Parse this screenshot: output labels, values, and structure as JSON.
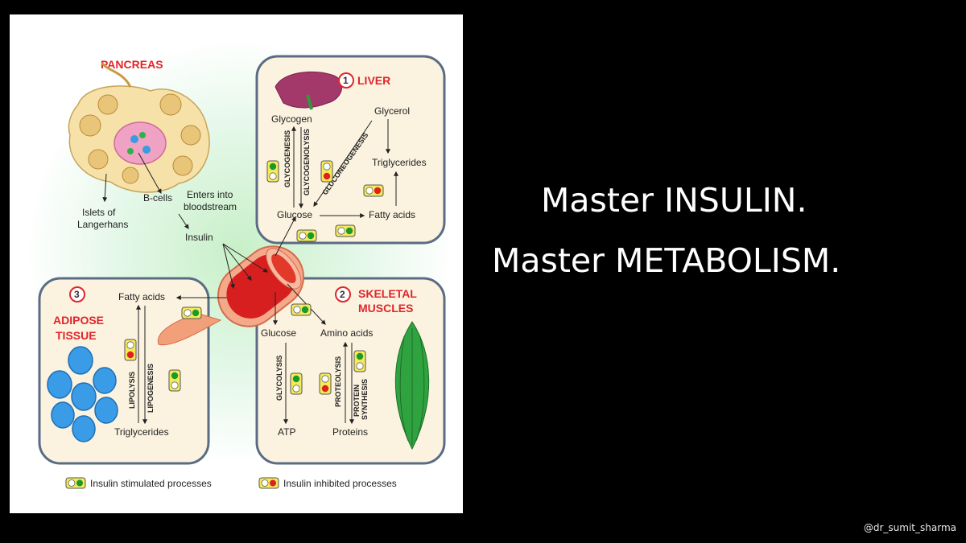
{
  "headline": {
    "line1": "Master INSULIN.",
    "line2": "Master METABOLISM."
  },
  "watermark": "@dr_sumit_sharma",
  "diagram": {
    "pancreas": {
      "title": "PANCREAS",
      "islets": [
        "Islets of",
        "Langerhans"
      ],
      "bcells": "B-cells",
      "enters": [
        "Enters into",
        "bloodstream"
      ],
      "insulin": "Insulin"
    },
    "liver": {
      "number": "1",
      "title": "LIVER",
      "glycogen": "Glycogen",
      "glycerol": "Glycerol",
      "triglycerides": "Triglycerides",
      "glucose": "Glucose",
      "fatty_acids": "Fatty acids",
      "glycogenesis": "GLYCOGENESIS",
      "glycogenolysis": "GLYCOGENOLYSIS",
      "gluconeogenesis": "GLUCONEOGENESIS"
    },
    "muscles": {
      "number": "2",
      "title": [
        "SKELETAL",
        "MUSCLES"
      ],
      "glucose": "Glucose",
      "amino_acids": "Amino acids",
      "atp": "ATP",
      "proteins": "Proteins",
      "glycolysis": "GLYCOLYSIS",
      "proteolysis": "PROTEOLYSIS",
      "protein_synthesis": [
        "PROTEIN",
        "SYNTHESIS"
      ]
    },
    "adipose": {
      "number": "3",
      "title": [
        "ADIPOSE",
        "TISSUE"
      ],
      "fatty_acids": "Fatty acids",
      "triglycerides": "Triglycerides",
      "lipolysis": "LIPOLYSIS",
      "lipogenesis": "LIPOGENESIS"
    },
    "legend": {
      "stimulated": "Insulin stimulated processes",
      "inhibited": "Insulin inhibited processes"
    },
    "colors": {
      "stimulated": "#1a9a2a",
      "inhibited": "#e0201e",
      "panel_border": "#5a6c84",
      "panel_fill": "#fbf3e0",
      "title_red": "#e0262b"
    }
  }
}
